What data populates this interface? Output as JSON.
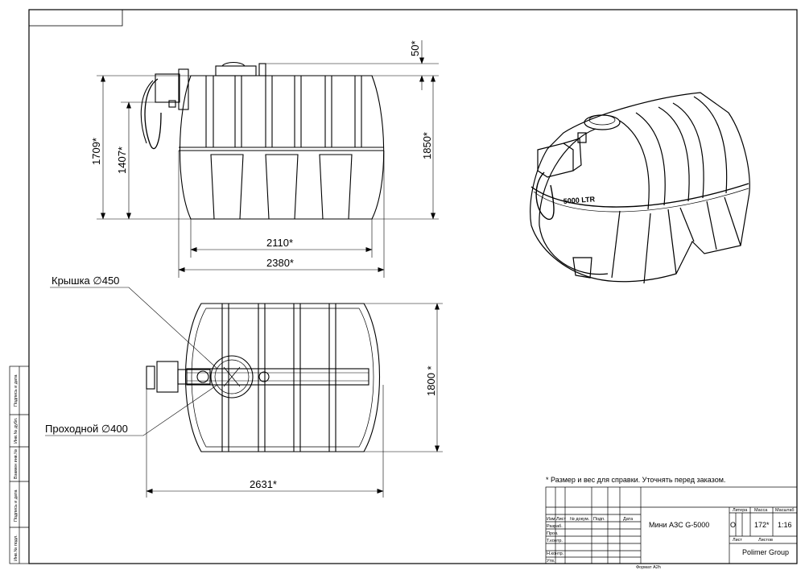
{
  "dimensions": {
    "gap_top": "50*",
    "total_height": "1850*",
    "height_1709": "1709*",
    "height_1407": "1407*",
    "width_2110": "2110*",
    "width_2380": "2380*",
    "top_height": "1800 *",
    "top_length": "2631*"
  },
  "callouts": {
    "lid": "Крышка ∅450",
    "manhole": "Проходной ∅400"
  },
  "iso_label": "5000 LTR",
  "note": "* Размер и вес для справки. Уточнять перед заказом.",
  "title_block": {
    "headers": [
      "Изм.",
      "Лист",
      "№ докум.",
      "Подп.",
      "Дата"
    ],
    "rows": [
      "Разраб.",
      "Пров.",
      "Т.контр.",
      "Н.контр.",
      "Утв."
    ],
    "product": "Мини АЗС G-5000",
    "litera_label": "Литера",
    "mass_label": "Масса",
    "scale_label": "Масштаб",
    "litera": "О",
    "mass": "172*",
    "scale": "1:16",
    "sheet_label": "Лист",
    "sheets_label": "Листов",
    "company": "Polimer Group",
    "format": "Формат А2h"
  },
  "side_strip": [
    "Подпись и дата",
    "Инв.№ дубл.",
    "Взамен инв.№",
    "Подпись и дата",
    "Инв.№ подл."
  ]
}
